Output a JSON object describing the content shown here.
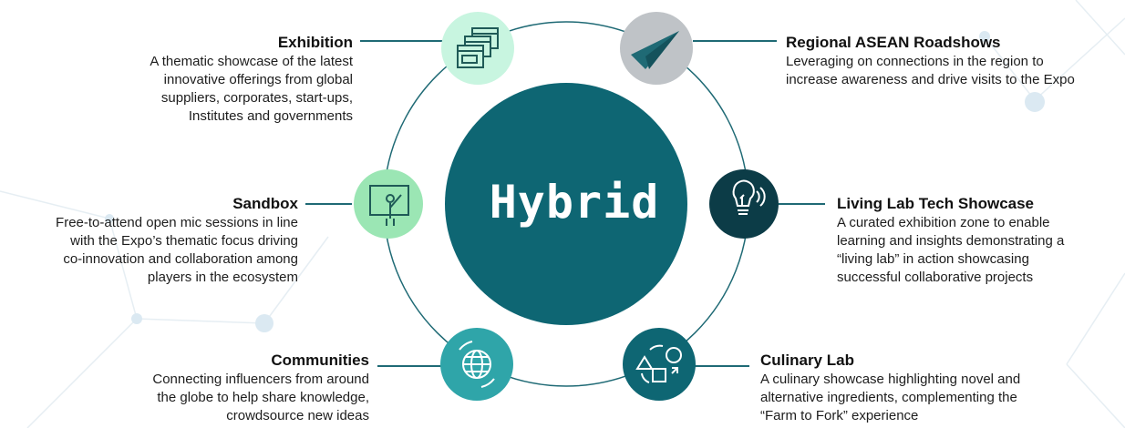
{
  "center": {
    "label": "Hybrid"
  },
  "colors": {
    "center_fill": "#0e6673",
    "ring_stroke": "#1f6a75",
    "connector": "#1f6a75",
    "exhibition_fill": "#c8f5e0",
    "roadshows_fill": "#bfc3c7",
    "sandbox_fill": "#9be6b4",
    "livinglab_fill": "#0c3c47",
    "communities_fill": "#2fa5a9",
    "culinary_fill": "#0e6673"
  },
  "nodes": {
    "exhibition": {
      "title": "Exhibition",
      "desc": [
        "A thematic showcase of the latest",
        "innovative offerings  from global",
        "suppliers, corporates, start-ups,",
        "Institutes  and governments"
      ],
      "icon": "windows-icon"
    },
    "roadshows": {
      "title": "Regional ASEAN Roadshows",
      "desc": [
        "Leveraging on connections in the region to",
        "increase awareness and drive visits to the Expo"
      ],
      "icon": "paper-plane-icon"
    },
    "sandbox": {
      "title": "Sandbox",
      "desc": [
        "Free-to-attend open mic sessions in line",
        "with the Expo’s thematic focus driving",
        "co-innovation and  collaboration among",
        "players in the ecosystem"
      ],
      "icon": "presenter-icon"
    },
    "livinglab": {
      "title": "Living Lab Tech Showcase",
      "desc": [
        "A curated exhibition zone to enable",
        "learning and insights  demonstrating a",
        "“living lab” in action  showcasing",
        "successful collaborative projects"
      ],
      "icon": "smart-bulb-icon"
    },
    "communities": {
      "title": "Communities",
      "desc": [
        "Connecting influencers from around",
        "the globe to  help share knowledge,",
        "crowdsource new ideas"
      ],
      "icon": "globe-icon"
    },
    "culinary": {
      "title": "Culinary Lab",
      "desc": [
        "A culinary showcase highlighting novel and",
        "alternative ingredients, complementing the",
        "“Farm to Fork” experience"
      ],
      "icon": "shapes-icon"
    }
  }
}
